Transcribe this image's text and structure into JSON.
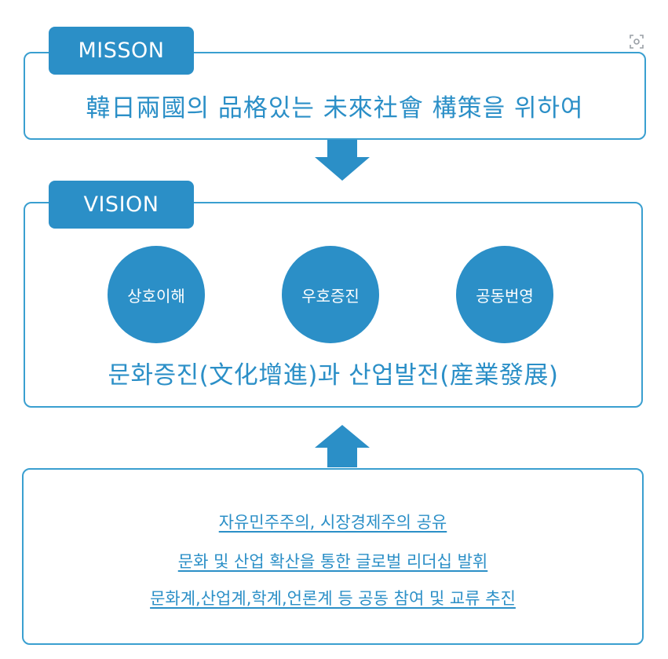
{
  "mission": {
    "tab_label": "MISSON",
    "statement": "韓日兩國의 品格있는 未來社會 構策을 위하여"
  },
  "vision": {
    "tab_label": "VISION",
    "circles": [
      "상호이해",
      "우호증진",
      "공동번영"
    ],
    "statement": "문화증진(文化增進)과 산업발전(産業發展)"
  },
  "values": {
    "lines": [
      "자유민주주의, 시장경제주의 공유",
      "문화 및 산업 확산을 통한 글로벌 리더십 발휘",
      "문화계,산업계,학계,언론계 등 공동 참여 및 교류 추진"
    ]
  },
  "colors": {
    "primary": "#2b8fc7",
    "border": "#3a9fd0",
    "background": "#ffffff"
  },
  "icons": {
    "corner": "image-search-icon",
    "down_arrow": "arrow-down-icon",
    "up_arrow": "arrow-up-icon"
  }
}
